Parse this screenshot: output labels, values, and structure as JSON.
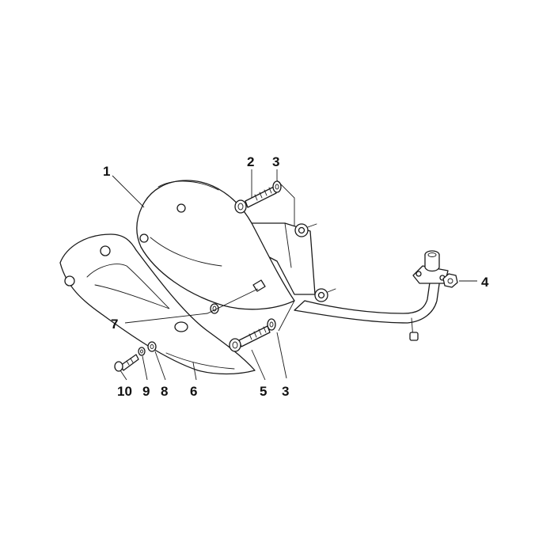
{
  "diagram": {
    "callouts": {
      "c1": "1",
      "c2": "2",
      "c3_top": "3",
      "c3_bottom": "3",
      "c4": "4",
      "c5": "5",
      "c6": "6",
      "c7": "7",
      "c8": "8",
      "c9": "9",
      "c10": "10"
    }
  }
}
